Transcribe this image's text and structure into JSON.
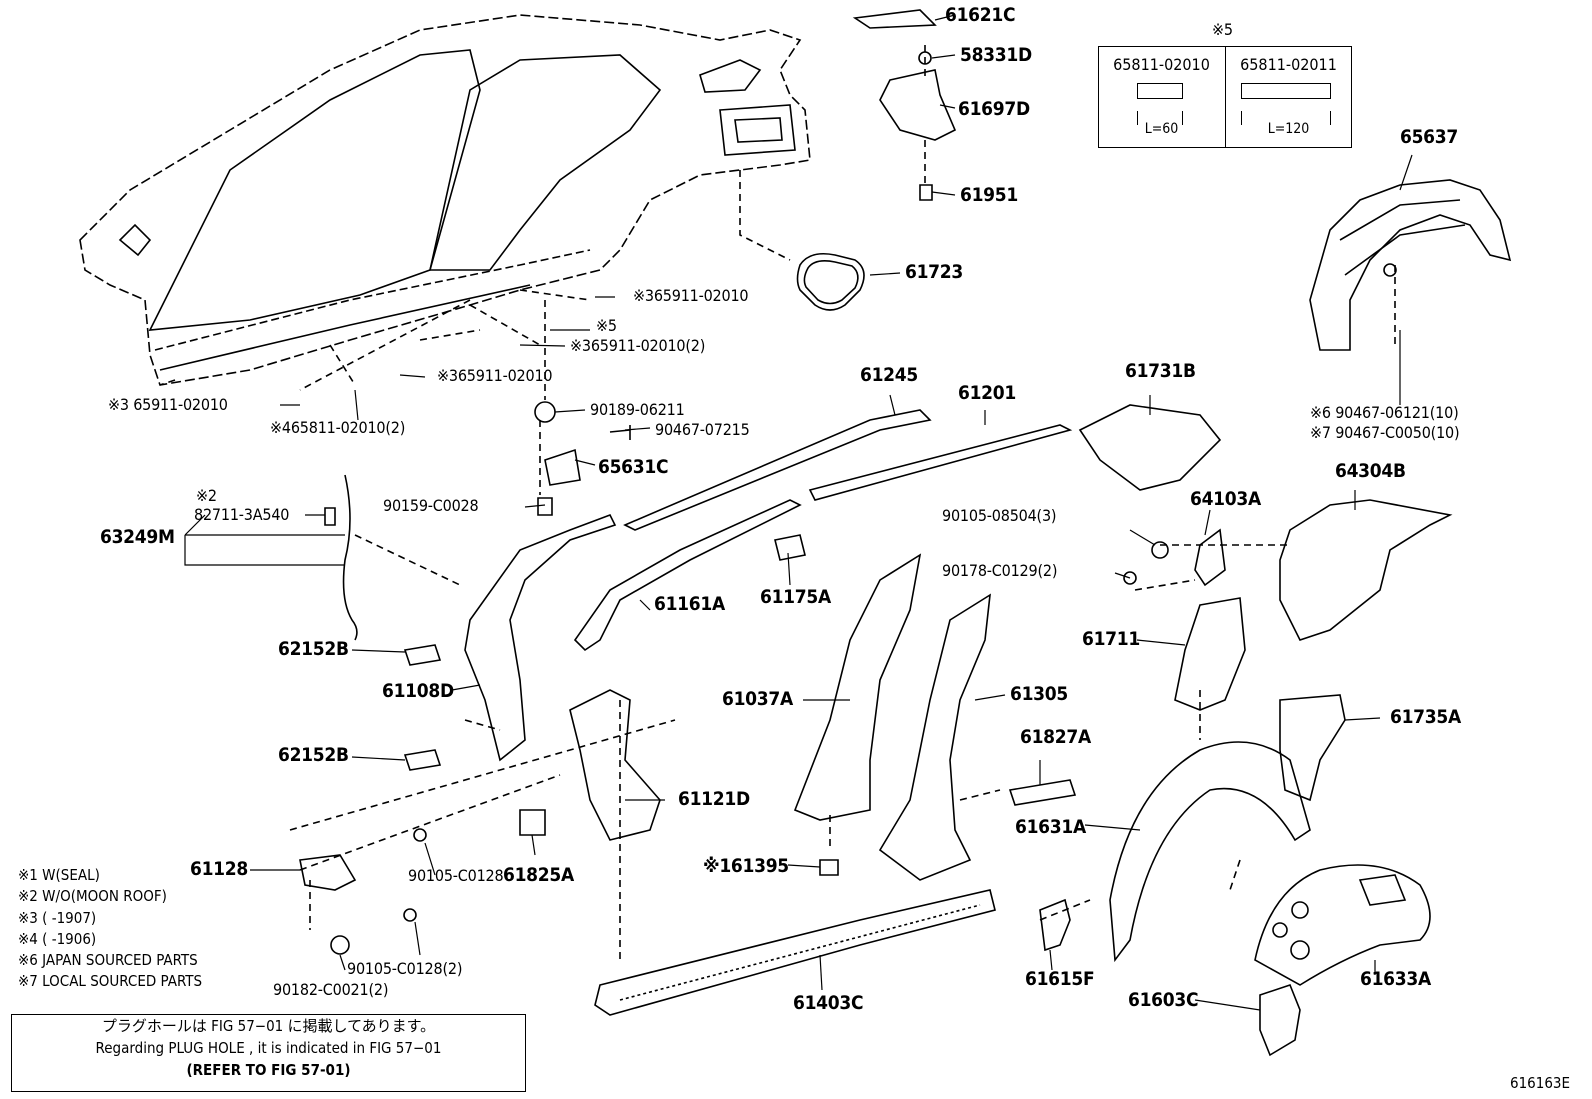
{
  "figure_id": "616163E",
  "labels": {
    "p61621C": "61621C",
    "p58331D": "58331D",
    "p61697D": "61697D",
    "p61951": "61951",
    "p61723": "61723",
    "p65637": "65637",
    "p61245": "61245",
    "p61201": "61201",
    "p61731B": "61731B",
    "p64304B": "64304B",
    "p64103A": "64103A",
    "p90189": "90189-06211",
    "p90467_07215": "90467-07215",
    "p65631C": "65631C",
    "p90159": "90159-C0028",
    "p63249M": "63249M",
    "p82711": "82711-3A540",
    "note2_mark": "※2",
    "p62152B_1": "62152B",
    "p62152B_2": "62152B",
    "p61108D": "61108D",
    "p61161A": "61161A",
    "p61175A": "61175A",
    "p90105_08504": "90105-08504(3)",
    "p90178": "90178-C0129(2)",
    "p61711": "61711",
    "p61037A": "61037A",
    "p61305": "61305",
    "p61735A": "61735A",
    "p61827A": "61827A",
    "p61121D": "61121D",
    "p61631A": "61631A",
    "p61128": "61128",
    "p90105_C0128": "90105-C0128",
    "p90105_C0128_2": "90105-C0128(2)",
    "p90182": "90182-C0021(2)",
    "p61825A": "61825A",
    "p61395": "※161395",
    "p61403C": "61403C",
    "p61615F": "61615F",
    "p61603C": "61603C",
    "p61633A": "61633A",
    "p90467_06121": "※6 90467-06121(10)",
    "p90467_C0050": "※7 90467-C0050(10)",
    "s65911_a": "※365911-02010",
    "s5": "※5",
    "s65911_b": "※365911-02010(2)",
    "s65911_c": "※365911-02010",
    "s65911_d": "※3 65911-02010",
    "s65811": "※465811-02010(2)"
  },
  "box5": {
    "mark": "※5",
    "left_part": "65811-02010",
    "left_len": "L=60",
    "right_part": "65811-02011",
    "right_len": "L=120"
  },
  "notes": [
    "※1 W(SEAL)",
    "※2 W/O(MOON ROOF)",
    "※3 (       -1907)",
    "※4 (       -1906)",
    "※6 JAPAN SOURCED PARTS",
    "※7 LOCAL SOURCED PARTS"
  ],
  "plug_hole": {
    "jp": "プラグホールは FIG 57−01 に掲載してあります。",
    "en": "Regarding  PLUG  HOLE , it is indicated in  FIG  57−01",
    "ref": "(REFER TO FIG 57-01)"
  }
}
